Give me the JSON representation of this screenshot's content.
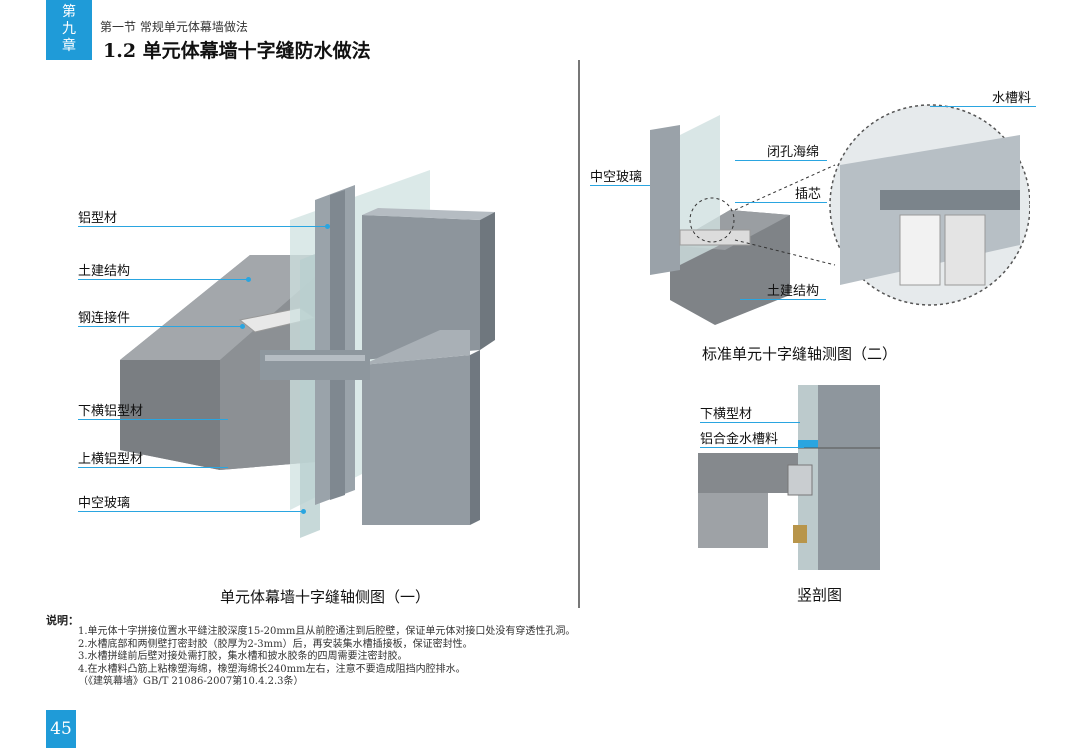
{
  "header": {
    "chapter_chars": [
      "第",
      "九",
      "章"
    ],
    "section": "第一节  常规单元体幕墙做法",
    "heading": "1.2  单元体幕墙十字缝防水做法"
  },
  "figure1": {
    "labels": [
      "铝型材",
      "土建结构",
      "钢连接件",
      "下横铝型材",
      "上横铝型材",
      "中空玻璃"
    ],
    "caption": "单元体幕墙十字缝轴侧图（一）"
  },
  "figure2": {
    "labels": {
      "glass": "中空玻璃",
      "sponge": "闭孔海绵",
      "insert": "插芯",
      "structure": "土建结构",
      "gutter": "水槽料"
    },
    "caption": "标准单元十字缝轴测图（二）"
  },
  "figure3": {
    "labels": {
      "lower": "下横型材",
      "gutter": "铝合金水槽料"
    },
    "caption": "竖剖图"
  },
  "notes": {
    "title": "说明：",
    "items": [
      "1.单元体十字拼接位置水平缝注胶深度15-20mm且从前腔通注到后腔壁，保证单元体对接口处没有穿透性孔洞。",
      "2.水槽底部和两侧壁打密封胶（胶厚为2-3mm）后，再安装集水槽插接板，保证密封性。",
      "3.水槽拼缝前后壁对接处需打胶，集水槽和披水胶条的四周需要注密封胶。",
      "4.在水槽料凸筋上粘橡塑海绵，橡塑海绵长240mm左右，注意不要造成阻挡内腔排水。",
      "（《建筑幕墙》GB/T 21086-2007第10.4.2.3条）"
    ]
  },
  "page_number": "45",
  "colors": {
    "accent": "#1f9bd8",
    "leader": "#2aa5e0"
  }
}
